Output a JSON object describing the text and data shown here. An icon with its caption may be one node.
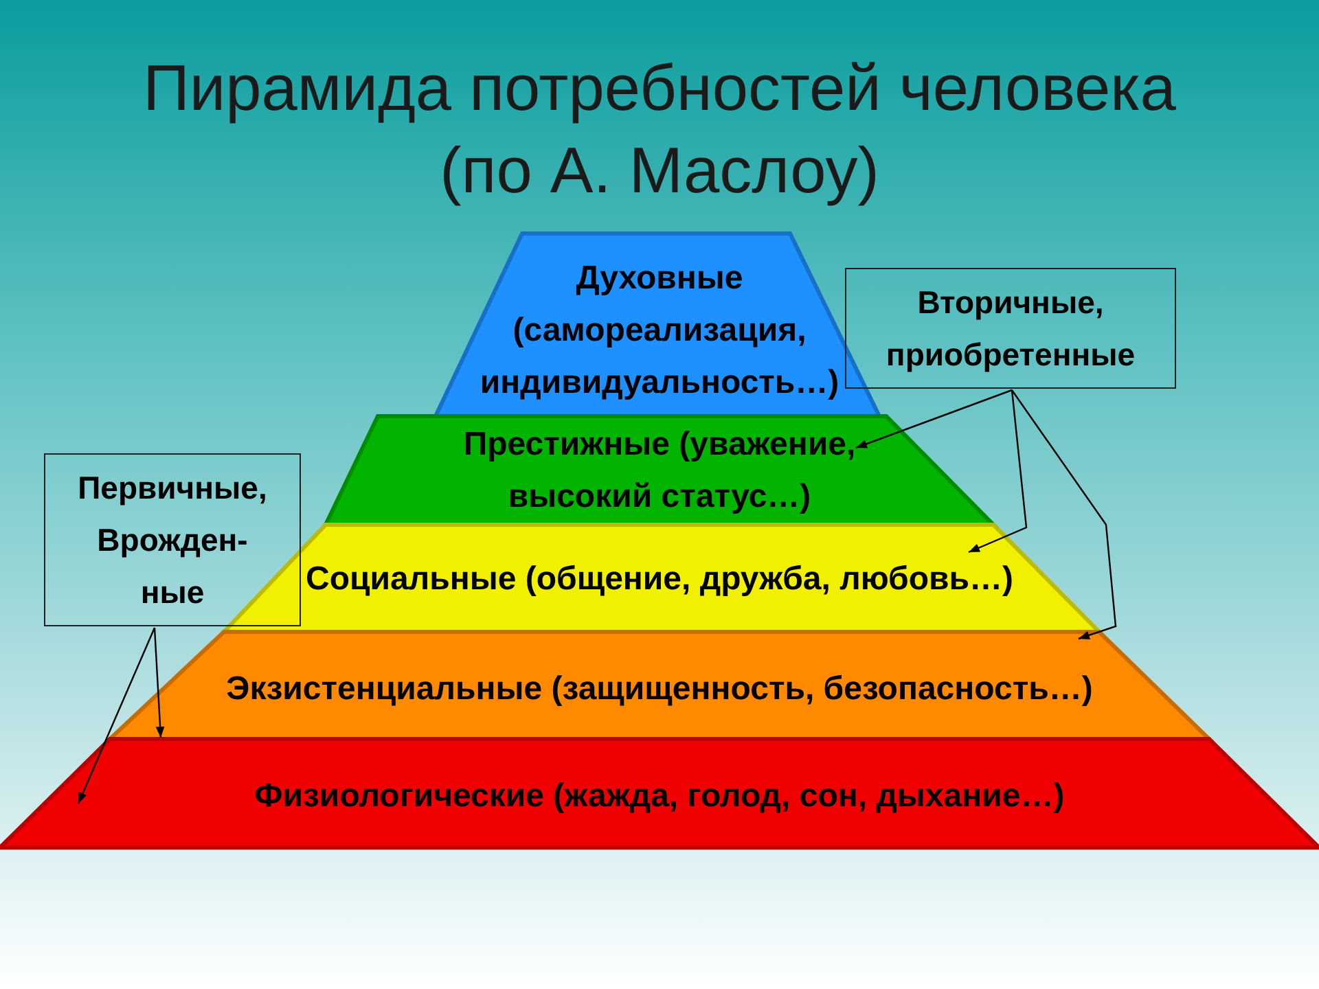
{
  "diagram": {
    "title": "Пирамида потребностей человека (по А. Маслоу)",
    "nodes": [
      {
        "text": [
          "Духовные (самореализация, индивидуальность…)"
        ]
      },
      {
        "text": [
          "Престижные (уважение, высокий статус…)"
        ]
      },
      {
        "text": [
          "Социальные (общение, дружба, любовь…)"
        ]
      },
      {
        "text": [
          "Экзистенциальные (защищенность, безопасность…)"
        ]
      },
      {
        "text": [
          "Физиологические (жажда, голод, сон, дыхание…)"
        ]
      },
      {
        "text": [
          "Вторичные, приобретенные"
        ]
      },
      {
        "text": [
          "Первичные, Врожден- ные"
        ]
      }
    ],
    "edges": [
      {
        "from": 5,
        "to": 1,
        "arrow": "to"
      },
      {
        "from": 5,
        "to": 2,
        "arrow": "to"
      },
      {
        "from": 5,
        "to": 3,
        "arrow": "to"
      },
      {
        "from": 6,
        "to": 4,
        "arrow": "to"
      },
      {
        "from": 6,
        "to": 3,
        "arrow": "to"
      }
    ]
  }
}
